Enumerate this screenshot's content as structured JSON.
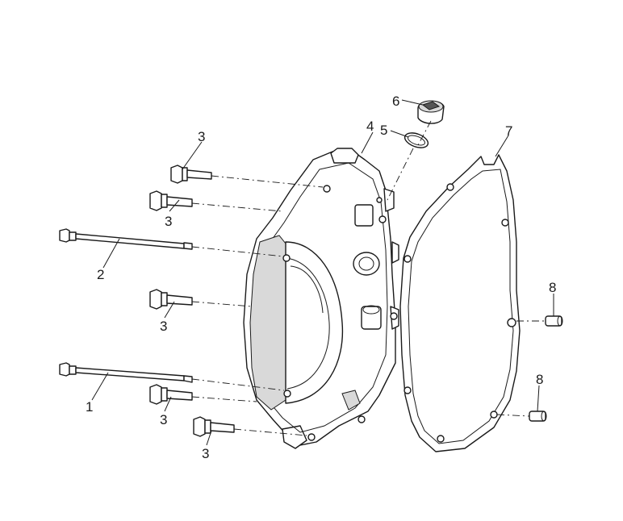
{
  "callouts": {
    "bolt_long_lower": "1",
    "bolt_long_upper": "2",
    "bolt_flange": "3",
    "crankcase_cover": "4",
    "o_ring": "5",
    "oil_plug": "6",
    "gasket": "7",
    "dowel_pin": "8"
  }
}
